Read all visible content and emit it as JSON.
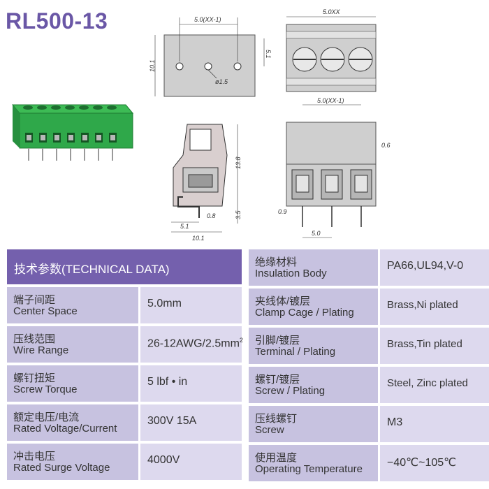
{
  "title": "RL500-13",
  "dims": {
    "top_front_span": "5.0(XX-1)",
    "top_front_height": "10.1",
    "top_front_pin_offset": "5.1",
    "top_front_hole": "ø1.5",
    "top_side_span": "5.0XX",
    "section_height": "13.8",
    "section_bottom": "3.5",
    "section_wall": "0.8",
    "section_half": "5.1",
    "section_width": "10.1",
    "bottom_span": "5.0(XX-1)",
    "bottom_pin_width": "0.6",
    "bottom_pin_thick": "0.9",
    "bottom_pitch": "5.0"
  },
  "table": {
    "header": "技术参数(TECHNICAL DATA)",
    "left_rows": [
      {
        "cn": "端子间距",
        "en": "Center Space",
        "value": "5.0mm"
      },
      {
        "cn": "压线范围",
        "en": "Wire Range",
        "value": "26-12AWG/2.5mm",
        "sup": "2"
      },
      {
        "cn": "螺钉扭矩",
        "en": "Screw Torque",
        "value": "5 lbf • in"
      },
      {
        "cn": "额定电压/电流",
        "en": "Rated Voltage/Current",
        "value": "300V 15A"
      },
      {
        "cn": "冲击电压",
        "en": "Rated Surge Voltage",
        "value": "4000V"
      }
    ],
    "right_rows": [
      {
        "cn": "绝缘材料",
        "en": "Insulation Body",
        "value": "PA66,UL94,V-0"
      },
      {
        "cn": "夹线体/镀层",
        "en": "Clamp Cage / Plating",
        "value": "Brass,Ni plated"
      },
      {
        "cn": "引脚/镀层",
        "en": "Terminal / Plating",
        "value": "Brass,Tin plated"
      },
      {
        "cn": "螺钉/镀层",
        "en": "Screw / Plating",
        "value": "Steel, Zinc plated"
      },
      {
        "cn": "压线螺钉",
        "en": "Screw",
        "value": "M3"
      },
      {
        "cn": "使用温度",
        "en": "Operating Temperature",
        "value": "−40℃~105℃"
      }
    ]
  },
  "colors": {
    "title": "#6a57a6",
    "header": "#7460ad",
    "label_bg": "#c7c2e0",
    "value_bg": "#ddd9ee",
    "drawing_fill": "#cfcfcf",
    "product_green": "#2fa84a"
  }
}
